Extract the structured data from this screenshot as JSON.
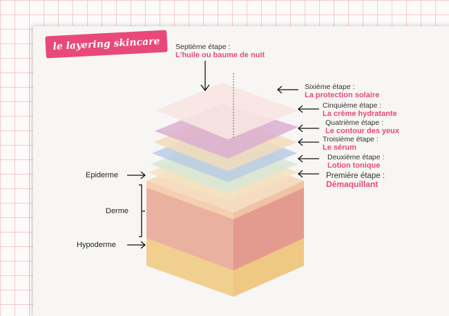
{
  "title": "le layering skincare",
  "steps": [
    {
      "step": "Septième étape :",
      "product": "L'huile ou baume de nuit"
    },
    {
      "step": "Sixième étape :",
      "product": "La protection solaire"
    },
    {
      "step": "Cinquième étape :",
      "product": "La crème hydratante"
    },
    {
      "step": "Quatrième étape :",
      "product": "Le contour des yeux"
    },
    {
      "step": "Troisième étape :",
      "product": "Le sérum"
    },
    {
      "step": "Deuxième étape :",
      "product": "Lotion tonique"
    },
    {
      "step": "Première étape :",
      "product": "Démaquillant"
    }
  ],
  "skin_layers": {
    "epidermis": "Epiderme",
    "dermis": "Derme",
    "hypodermis": "Hypoderme"
  },
  "colors": {
    "accent": "#e8497a"
  }
}
